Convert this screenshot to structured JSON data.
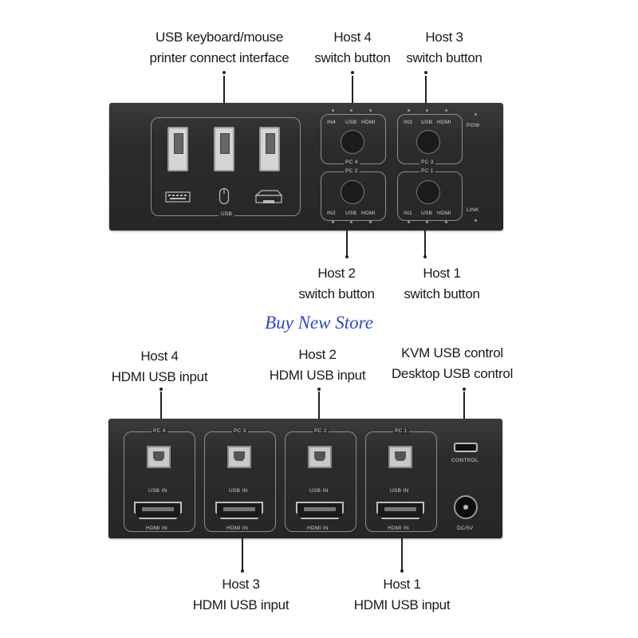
{
  "top_callouts": {
    "usb_interface": [
      "USB keyboard/mouse",
      "printer connect interface"
    ],
    "host4_switch": [
      "Host 4",
      "switch button"
    ],
    "host3_switch": [
      "Host 3",
      "switch button"
    ],
    "host2_switch": [
      "Host 2",
      "switch button"
    ],
    "host1_switch": [
      "Host 1",
      "switch button"
    ]
  },
  "front_panel": {
    "usb_label": "USB",
    "pc4": {
      "name": "PC 4",
      "in": "IN4",
      "usb": "USB",
      "hdmi": "HDMI"
    },
    "pc3": {
      "name": "PC 3",
      "in": "IN3",
      "usb": "USB",
      "hdmi": "HDMI"
    },
    "pc2": {
      "name": "PC 2",
      "in": "IN2",
      "usb": "USB",
      "hdmi": "HDMI"
    },
    "pc1": {
      "name": "PC 1",
      "in": "IN1",
      "usb": "USB",
      "hdmi": "HDMI"
    },
    "pow": "POW",
    "link": "LINK"
  },
  "watermark": "Buy New Store",
  "bottom_callouts": {
    "host4_input": [
      "Host 4",
      "HDMI USB input"
    ],
    "host2_input": [
      "Host 2",
      "HDMI USB input"
    ],
    "control": [
      "KVM USB control",
      "Desktop USB control"
    ],
    "host3_input": [
      "Host 3",
      "HDMI USB input"
    ],
    "host1_input": [
      "Host 1",
      "HDMI USB input"
    ]
  },
  "rear_panel": {
    "ports": [
      {
        "pc": "PC 4",
        "usb_in": "USB IN",
        "hdmi_in": "HDMI IN"
      },
      {
        "pc": "PC 3",
        "usb_in": "USB IN",
        "hdmi_in": "HDMI IN"
      },
      {
        "pc": "PC 2",
        "usb_in": "USB IN",
        "hdmi_in": "HDMI IN"
      },
      {
        "pc": "PC 1",
        "usb_in": "USB IN",
        "hdmi_in": "HDMI IN"
      }
    ],
    "control": "CONTROL",
    "dc": "DC/5V"
  }
}
